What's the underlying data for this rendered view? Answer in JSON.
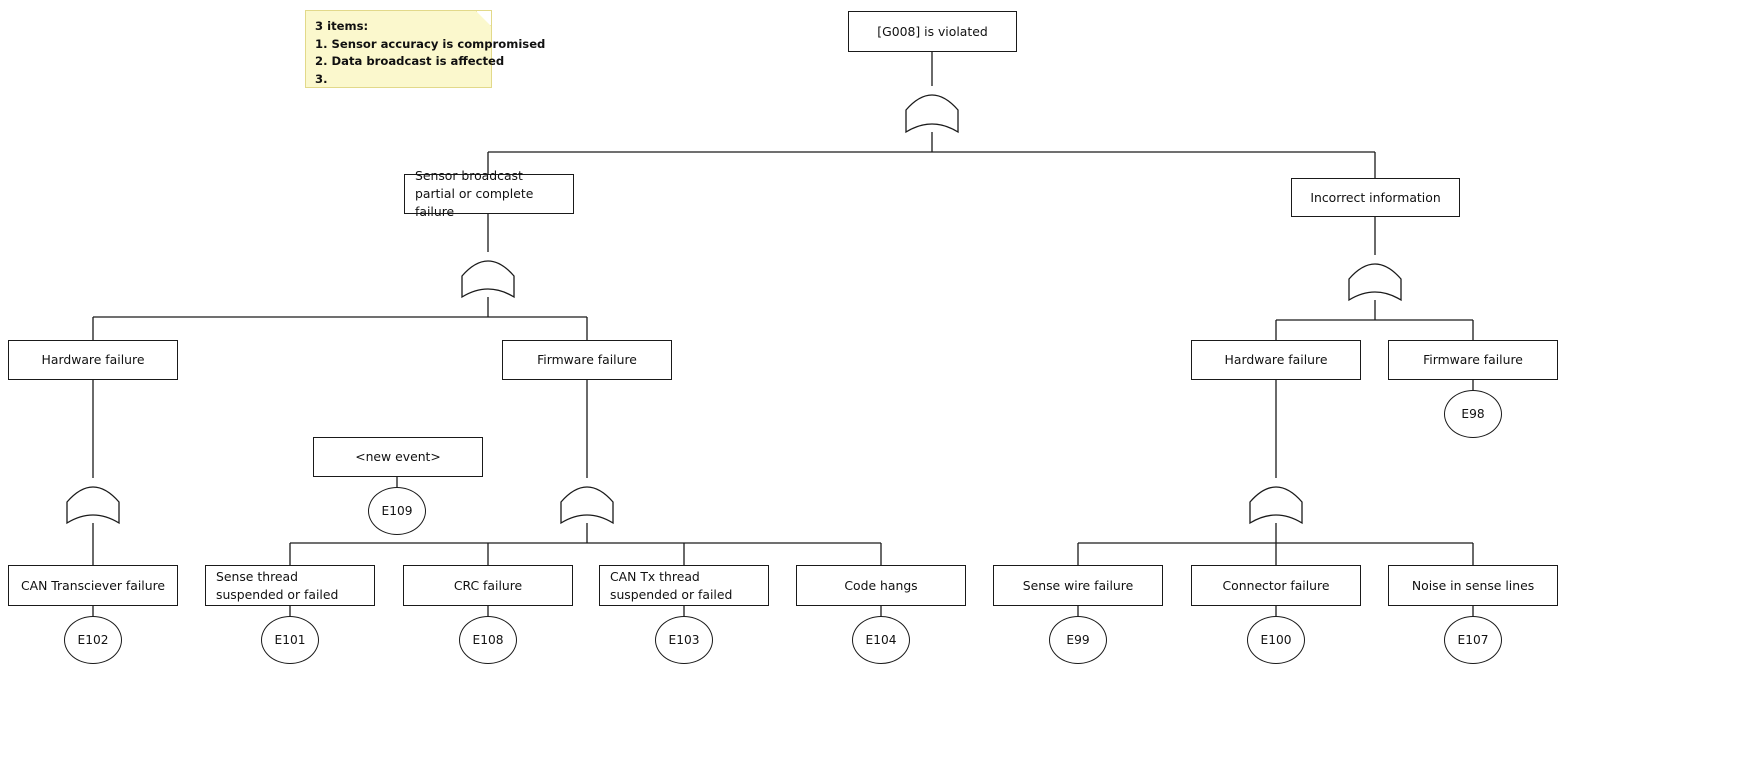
{
  "diagram": {
    "type": "fault-tree",
    "title_node": "[G008] is violated",
    "gate_type": "OR"
  },
  "note": {
    "name": "sticky-note",
    "header": "3 items:",
    "items": [
      "1. Sensor accuracy is compromised",
      "2. Data broadcast is affected",
      "3."
    ],
    "color": "#fbf8cd"
  },
  "nodes": {
    "root": {
      "label": "[G008] is violated"
    },
    "sensor_broadcast": {
      "label": "Sensor broadcast partial or complete failure"
    },
    "incorrect_info": {
      "label": "Incorrect information"
    },
    "hw_left": {
      "label": "Hardware failure"
    },
    "fw_left": {
      "label": "Firmware failure"
    },
    "hw_right": {
      "label": "Hardware failure"
    },
    "fw_right": {
      "label": "Firmware failure"
    },
    "new_event": {
      "label": "<new event>"
    },
    "can_transceiver": {
      "label": "CAN Transciever failure"
    },
    "sense_thread": {
      "label": "Sense thread suspended or failed"
    },
    "crc_failure": {
      "label": "CRC failure"
    },
    "can_tx_thread": {
      "label": "CAN Tx thread suspended or failed"
    },
    "code_hangs": {
      "label": "Code hangs"
    },
    "sense_wire": {
      "label": "Sense wire failure"
    },
    "connector": {
      "label": "Connector failure"
    },
    "noise_sense": {
      "label": "Noise in sense lines"
    }
  },
  "events": {
    "e98": {
      "id": "E98"
    },
    "e99": {
      "id": "E99"
    },
    "e100": {
      "id": "E100"
    },
    "e101": {
      "id": "E101"
    },
    "e102": {
      "id": "E102"
    },
    "e103": {
      "id": "E103"
    },
    "e104": {
      "id": "E104"
    },
    "e107": {
      "id": "E107"
    },
    "e108": {
      "id": "E108"
    },
    "e109": {
      "id": "E109"
    }
  },
  "colors": {
    "stroke": "#1a1a1a",
    "node_fill": "#ffffff",
    "note_fill": "#fbf8cd",
    "note_border": "#e2d98a",
    "background": "#ffffff"
  }
}
